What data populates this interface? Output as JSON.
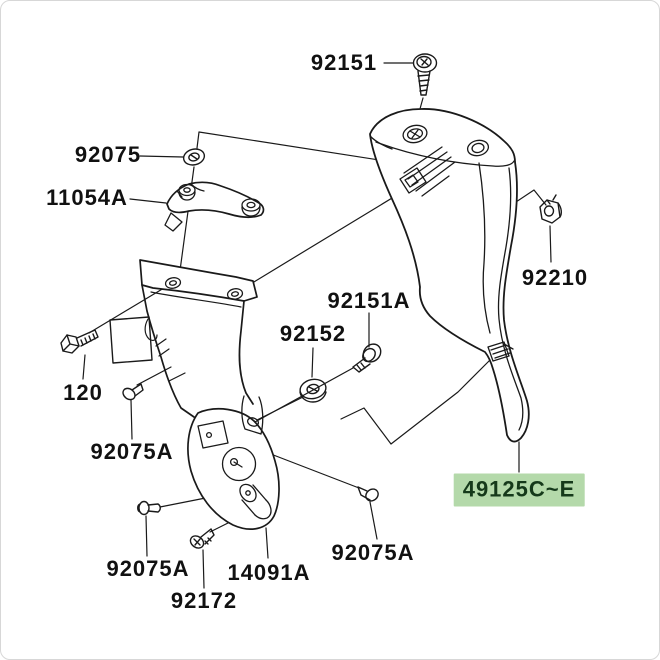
{
  "diagram": {
    "type": "exploded-parts-diagram",
    "background_color": "#ffffff",
    "line_color": "#1a1a1a",
    "highlight_color": "#b4d9aa",
    "highlight_text_color": "#15391a",
    "labels": [
      {
        "id": "92151",
        "text": "92151",
        "highlighted": false
      },
      {
        "id": "92075",
        "text": "92075",
        "highlighted": false
      },
      {
        "id": "11054A",
        "text": "11054A",
        "highlighted": false
      },
      {
        "id": "92210",
        "text": "92210",
        "highlighted": false
      },
      {
        "id": "92151A",
        "text": "92151A",
        "highlighted": false
      },
      {
        "id": "92152",
        "text": "92152",
        "highlighted": false
      },
      {
        "id": "120",
        "text": "120",
        "highlighted": false
      },
      {
        "id": "92075A-upper",
        "text": "92075A",
        "highlighted": false
      },
      {
        "id": "92075A-lower-left",
        "text": "92075A",
        "highlighted": false
      },
      {
        "id": "92172",
        "text": "92172",
        "highlighted": false
      },
      {
        "id": "14091A",
        "text": "14091A",
        "highlighted": false
      },
      {
        "id": "92075A-lower-right",
        "text": "92075A",
        "highlighted": false
      },
      {
        "id": "49125",
        "text": "49125C~E",
        "highlighted": true
      }
    ]
  }
}
